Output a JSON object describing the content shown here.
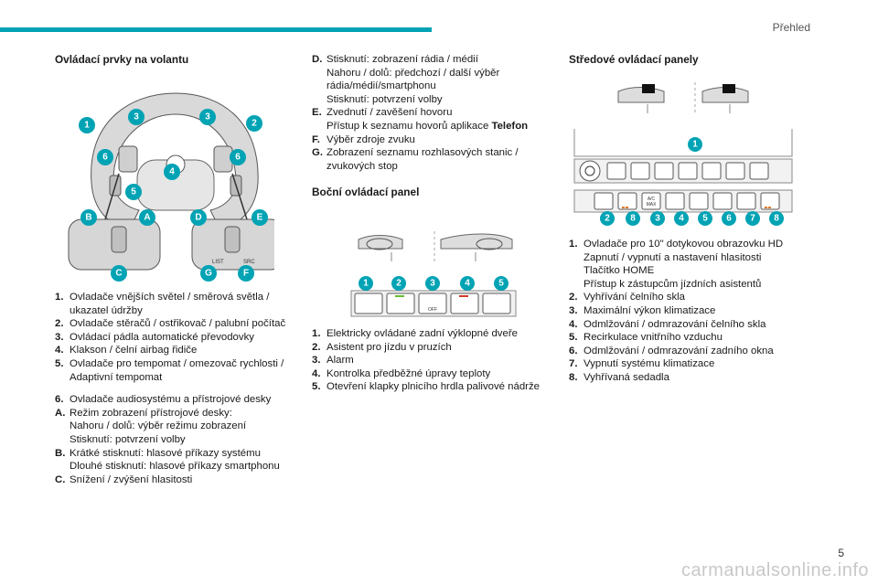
{
  "header": {
    "section": "Přehled"
  },
  "page_number": "5",
  "watermark": "carmanualsonline.info",
  "col1": {
    "heading": "Ovládací prvky na volantu",
    "figure_labels": [
      "1",
      "2",
      "3",
      "3",
      "6",
      "6",
      "4",
      "5",
      "A",
      "B",
      "C",
      "D",
      "E",
      "F",
      "G"
    ],
    "figure_text": {
      "list": "LIST",
      "src": "SRC"
    },
    "items": [
      {
        "key": "1.",
        "lines": [
          "Ovladače vnějších světel / směrová světla / ukazatel údržby"
        ]
      },
      {
        "key": "2.",
        "lines": [
          "Ovladače stěračů / ostřikovač / palubní počítač"
        ]
      },
      {
        "key": "3.",
        "lines": [
          "Ovládací pádla automatické převodovky"
        ]
      },
      {
        "key": "4.",
        "lines": [
          "Klakson / čelní airbag řidiče"
        ]
      },
      {
        "key": "5.",
        "lines": [
          "Ovladače pro tempomat / omezovač rychlosti / Adaptivní tempomat"
        ]
      },
      {
        "key": "6.",
        "lines": [
          "Ovladače audiosystému a přístrojové desky"
        ]
      },
      {
        "key": "A.",
        "lines": [
          "Režim zobrazení přístrojové desky:",
          "Nahoru / dolů: výběr režimu zobrazení",
          "Stisknutí: potvrzení volby"
        ]
      },
      {
        "key": "B.",
        "lines": [
          "Krátké stisknutí: hlasové příkazy systému",
          "Dlouhé stisknutí: hlasové příkazy smartphonu"
        ]
      },
      {
        "key": "C.",
        "lines": [
          "Snížení / zvýšení hlasitosti"
        ]
      }
    ]
  },
  "col2": {
    "items_top": [
      {
        "key": "D.",
        "lines": [
          "Stisknutí: zobrazení rádia / médií",
          "Nahoru / dolů: předchozí / další výběr rádia/médií/smartphonu",
          "Stisknutí: potvrzení volby"
        ]
      },
      {
        "key": "E.",
        "lines": [
          "Zvednutí / zavěšení hovoru",
          "Přístup k seznamu hovorů aplikace "
        ],
        "bold": "Telefon"
      },
      {
        "key": "F.",
        "lines": [
          "Výběr zdroje zvuku"
        ]
      },
      {
        "key": "G.",
        "lines": [
          "Zobrazení seznamu rozhlasových stanic / zvukových stop"
        ]
      }
    ],
    "heading": "Boční ovládací panel",
    "figure_labels": [
      "1",
      "2",
      "3",
      "4",
      "5"
    ],
    "figure_text": {
      "off": "OFF"
    },
    "items": [
      {
        "key": "1.",
        "lines": [
          "Elektricky ovládané zadní výklopné dveře"
        ]
      },
      {
        "key": "2.",
        "lines": [
          "Asistent pro jízdu v pruzích"
        ]
      },
      {
        "key": "3.",
        "lines": [
          "Alarm"
        ]
      },
      {
        "key": "4.",
        "lines": [
          "Kontrolka předběžné úpravy teploty"
        ]
      },
      {
        "key": "5.",
        "lines": [
          "Otevření klapky plnicího hrdla palivové nádrže"
        ]
      }
    ]
  },
  "col3": {
    "heading": "Středové ovládací panely",
    "figure_labels": [
      "1",
      "2",
      "8",
      "3",
      "4",
      "5",
      "6",
      "7",
      "8"
    ],
    "figure_text": {
      "ac": "A/C",
      "max": "MAX"
    },
    "items": [
      {
        "key": "1.",
        "lines": [
          "Ovladače pro 10\" dotykovou obrazovku HD",
          "Zapnutí / vypnutí a nastavení hlasitosti",
          "Tlačítko HOME",
          "Přístup k zástupcům jízdních asistentů"
        ]
      },
      {
        "key": "2.",
        "lines": [
          "Vyhřívání čelního skla"
        ]
      },
      {
        "key": "3.",
        "lines": [
          "Maximální výkon klimatizace"
        ]
      },
      {
        "key": "4.",
        "lines": [
          "Odmlžování / odmrazování čelního skla"
        ]
      },
      {
        "key": "5.",
        "lines": [
          "Recirkulace vnitřního vzduchu"
        ]
      },
      {
        "key": "6.",
        "lines": [
          "Odmlžování / odmrazování zadního okna"
        ]
      },
      {
        "key": "7.",
        "lines": [
          "Vypnutí systému klimatizace"
        ]
      },
      {
        "key": "8.",
        "lines": [
          "Vyhřívaná sedadla"
        ]
      }
    ]
  }
}
